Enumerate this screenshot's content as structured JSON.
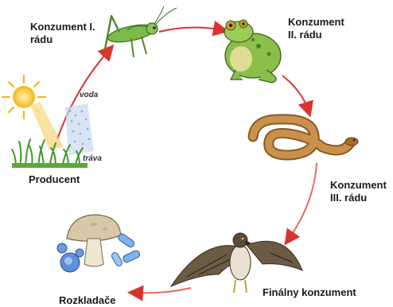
{
  "labels": {
    "consumer1": [
      "Konzument I.",
      "rádu"
    ],
    "consumer2": [
      "Konzument",
      "II. rádu"
    ],
    "consumer3": [
      "Konzument",
      "III. rádu"
    ],
    "final": "Finálny konzument",
    "decomposers": "Rozkladače",
    "producer": "Producent",
    "water": "voda",
    "grass": "tráva"
  },
  "colors": {
    "arrow": "#d8342c",
    "arrow_light": "#f3b3ad",
    "sun": "#f5b51b",
    "grass": "#3f9a2b",
    "water": "#8fb3d9"
  },
  "icons": [
    "sun-icon",
    "grass-icon",
    "water-icon",
    "grasshopper-icon",
    "frog-icon",
    "snake-icon",
    "hawk-icon",
    "mushroom-icon",
    "bacteria-icon"
  ]
}
